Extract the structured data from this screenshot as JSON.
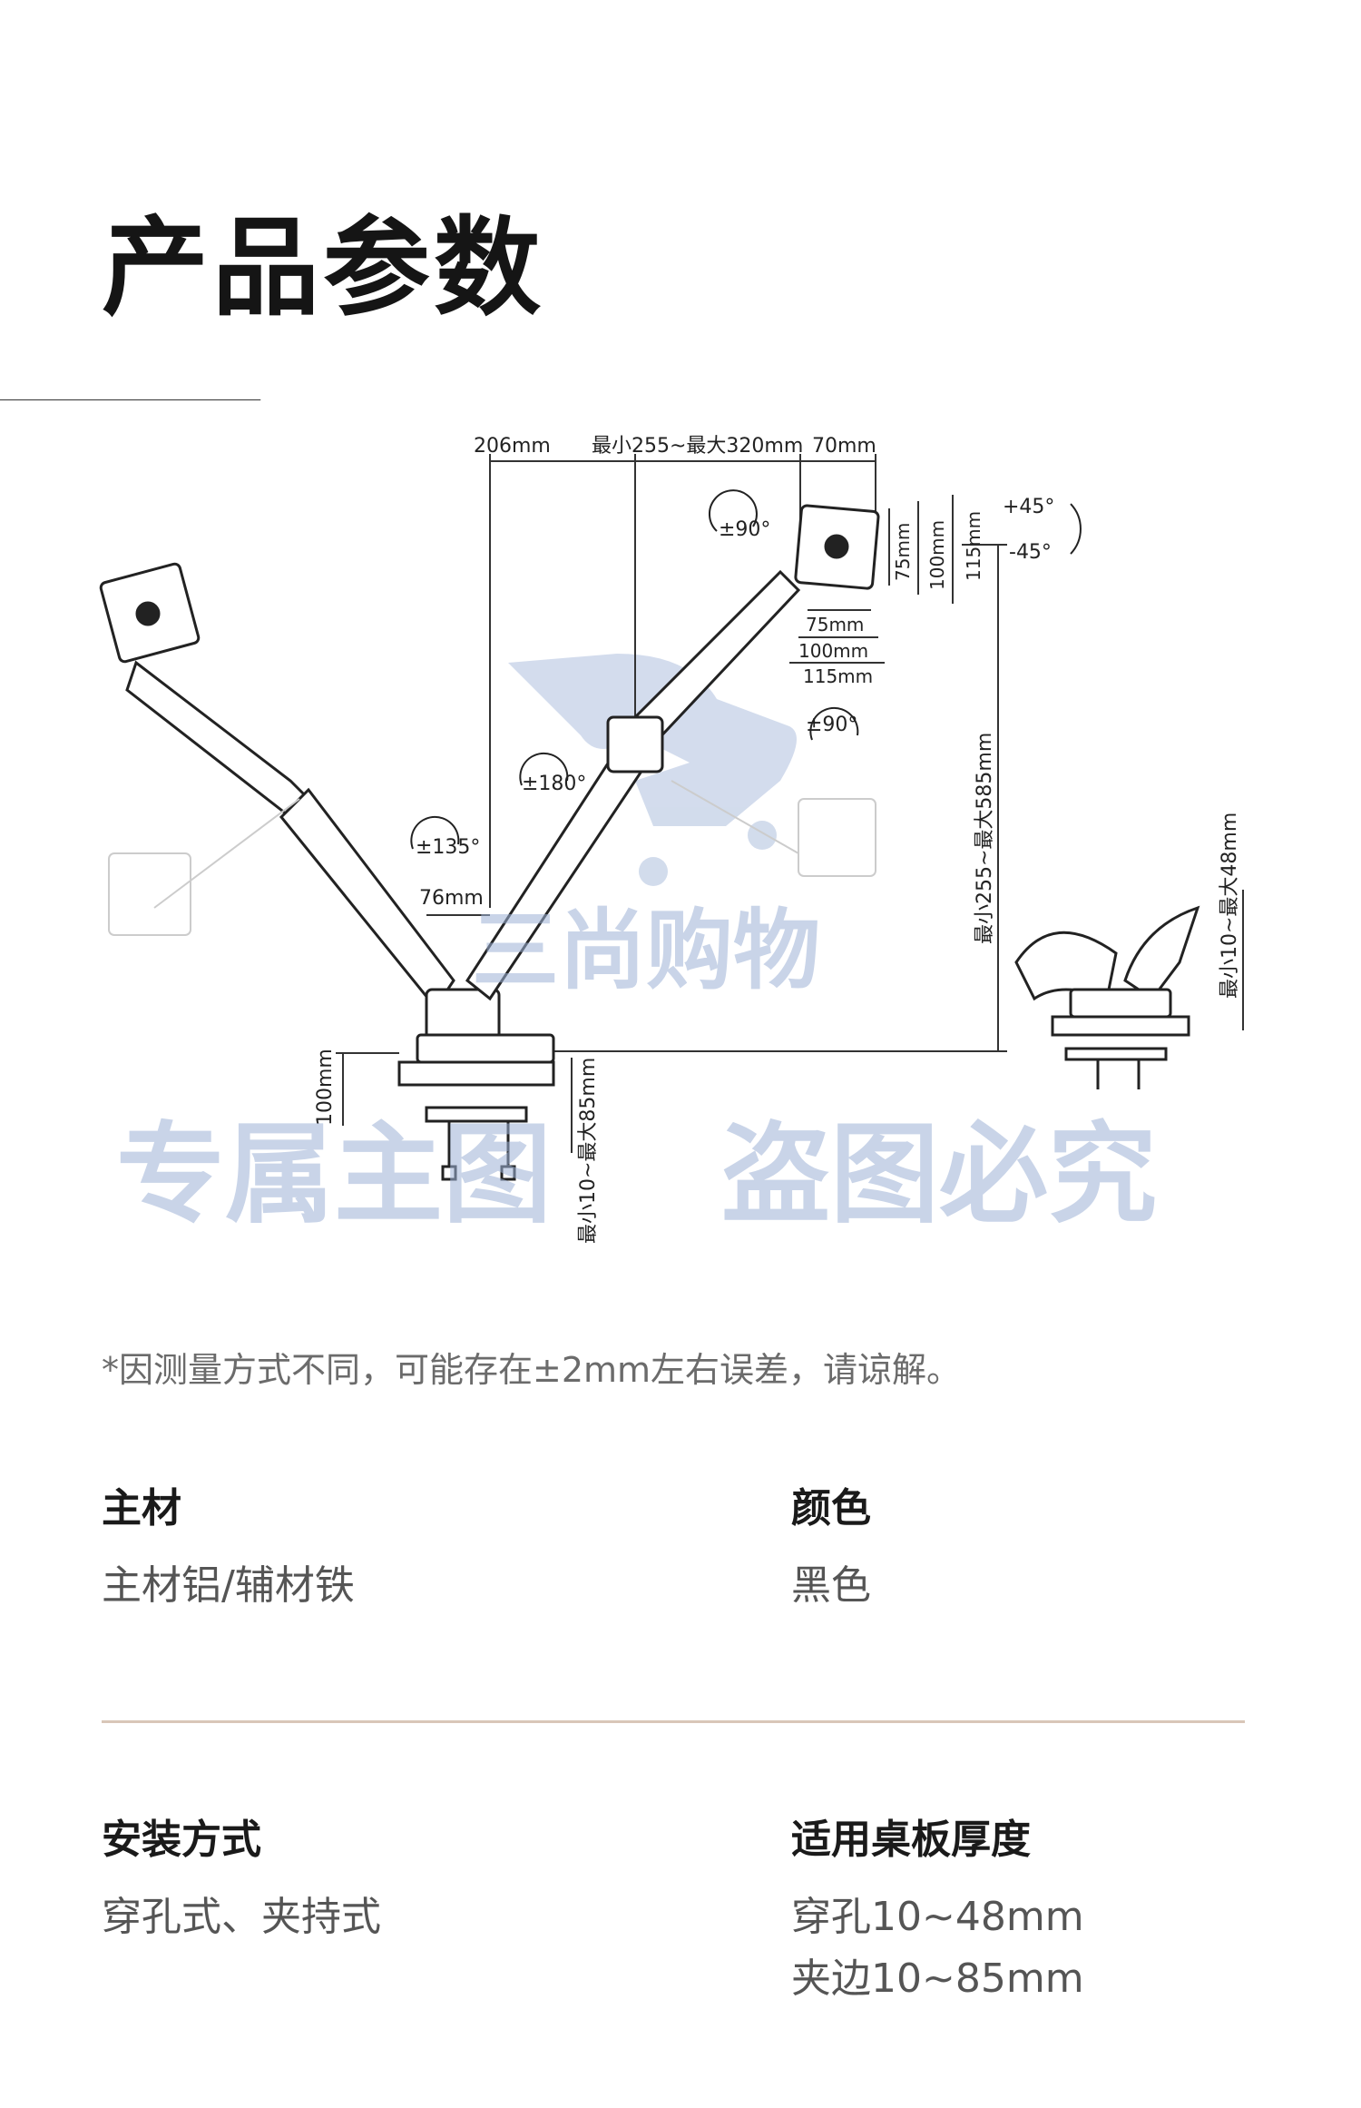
{
  "page_title": "产品参数",
  "diagram": {
    "dims": {
      "d206": "206mm",
      "reach": "最小255~最大320mm",
      "d70": "70mm",
      "rot90a": "±90°",
      "rot90b": "±90°",
      "rot180": "±180°",
      "rot135": "±135°",
      "d76": "76mm",
      "tilt_up": "+45°",
      "tilt_down": "-45°",
      "v75": "75mm",
      "v100": "100mm",
      "v115": "115mm",
      "h75": "75mm",
      "h100": "100mm",
      "h115": "115mm",
      "height": "最小255~最大585mm",
      "clamp_base": "100mm",
      "clamp_range": "最小10~最大85mm",
      "grommet_range": "最小10~最大48mm"
    },
    "watermarks": {
      "logo_text": "三尚购物",
      "left": "专属主图",
      "right": "盗图必究"
    }
  },
  "note": "*因测量方式不同，可能存在±2mm左右误差，请谅解。",
  "specs": [
    {
      "label": "主材",
      "value": [
        "主材铝/辅材铁"
      ]
    },
    {
      "label": "颜色",
      "value": [
        "黑色"
      ]
    },
    {
      "label": "安装方式",
      "value": [
        "穿孔式、夹持式"
      ]
    },
    {
      "label": "适用桌板厚度",
      "value": [
        "穿孔10~48mm",
        "夹边10~85mm"
      ]
    }
  ],
  "colors": {
    "divider": "#d9c6b8",
    "watermark": "#9db2d6",
    "text_primary": "#1a1a1a",
    "text_secondary": "#555555"
  }
}
